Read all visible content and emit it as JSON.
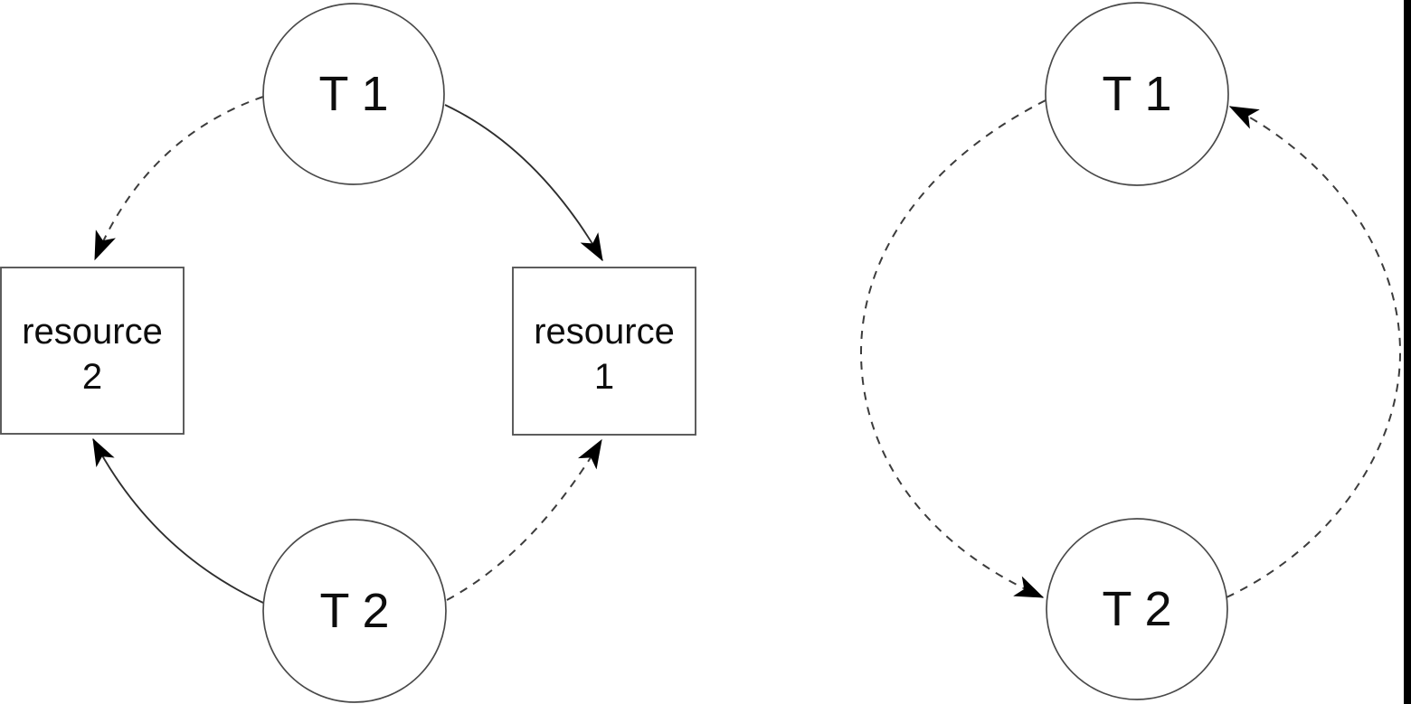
{
  "left_graph": {
    "description_visible": "two circles and two rectangles joined by curved arrows",
    "nodes": [
      {
        "id": "t1",
        "shape": "circle",
        "label": "T 1"
      },
      {
        "id": "t2",
        "shape": "circle",
        "label": "T 2"
      },
      {
        "id": "r1",
        "shape": "rect",
        "label_line1": "resource",
        "label_line2": "1"
      },
      {
        "id": "r2",
        "shape": "rect",
        "label_line1": "resource",
        "label_line2": "2"
      }
    ],
    "edges": [
      {
        "from": "t1",
        "to": "r2",
        "style": "dashed",
        "arrowhead": "filled"
      },
      {
        "from": "t1",
        "to": "r1",
        "style": "solid",
        "arrowhead": "filled"
      },
      {
        "from": "t2",
        "to": "r2",
        "style": "solid",
        "arrowhead": "filled"
      },
      {
        "from": "t2",
        "to": "r1",
        "style": "dashed",
        "arrowhead": "filled"
      }
    ]
  },
  "right_graph": {
    "description_visible": "two circles joined by a dashed circular cycle",
    "nodes": [
      {
        "id": "t1",
        "shape": "circle",
        "label": "T 1"
      },
      {
        "id": "t2",
        "shape": "circle",
        "label": "T 2"
      }
    ],
    "edges": [
      {
        "from": "t1",
        "to": "t2",
        "style": "dashed",
        "arrowhead": "filled"
      },
      {
        "from": "t2",
        "to": "t1",
        "style": "dashed",
        "arrowhead": "filled"
      }
    ]
  },
  "colors": {
    "background": "#ffffff",
    "node_stroke": "#4a4a4a",
    "edge_stroke": "#2e2e2e",
    "arrowhead": "#000000",
    "text": "#0d0d0d",
    "right_edge_bar": "#000000"
  }
}
